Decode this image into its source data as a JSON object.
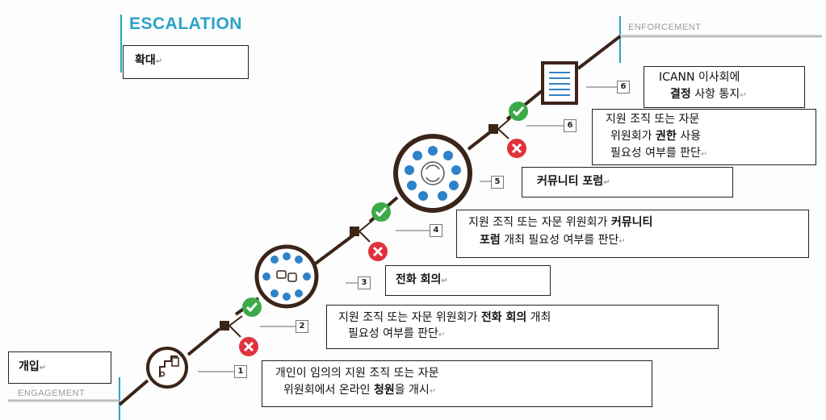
{
  "stages": {
    "escalation_title": "ESCALATION",
    "escalation_ko": "확대",
    "enforcement": "ENFORCEMENT",
    "engagement": "ENGAGEMENT",
    "engagement_ko": "개입"
  },
  "steps": [
    {
      "num": "1",
      "line1": "개인이 임의의 지원 조직 또는 자문",
      "line2_pre": "위원회에서 온라인 ",
      "line2_bold": "청원",
      "line2_post": "을 개시"
    },
    {
      "num": "2",
      "line1_pre": "지원 조직 또는 자문 위원회가 ",
      "line1_bold": "전화 회의",
      "line1_post": " 개최",
      "line2": "필요성 여부를 판단"
    },
    {
      "num": "3",
      "label": "전화 회의"
    },
    {
      "num": "4",
      "line1_pre": "지원 조직 또는 자문 위원회가 ",
      "line1_bold": "커뮤니티",
      "line2_bold": "포럼",
      "line2_post": " 개최 필요성 여부를 판단"
    },
    {
      "num": "5",
      "label": "커뮤니티 포럼"
    },
    {
      "num": "6",
      "line1": "지원 조직 또는 자문",
      "line2_pre": "위원회가 ",
      "line2_bold": "권한",
      "line2_post": " 사용",
      "line3": "필요성 여부를 판단"
    },
    {
      "num": "6",
      "line1": "ICANN 이사회에",
      "line2_bold": "결정",
      "line2_post": " 사항 통지"
    }
  ],
  "para_mark": "↵",
  "colors": {
    "line": "#3b2418",
    "accent": "#2aa3c7",
    "yes": "#3daa4a",
    "no": "#e0323c",
    "node": "#2e82c9"
  }
}
